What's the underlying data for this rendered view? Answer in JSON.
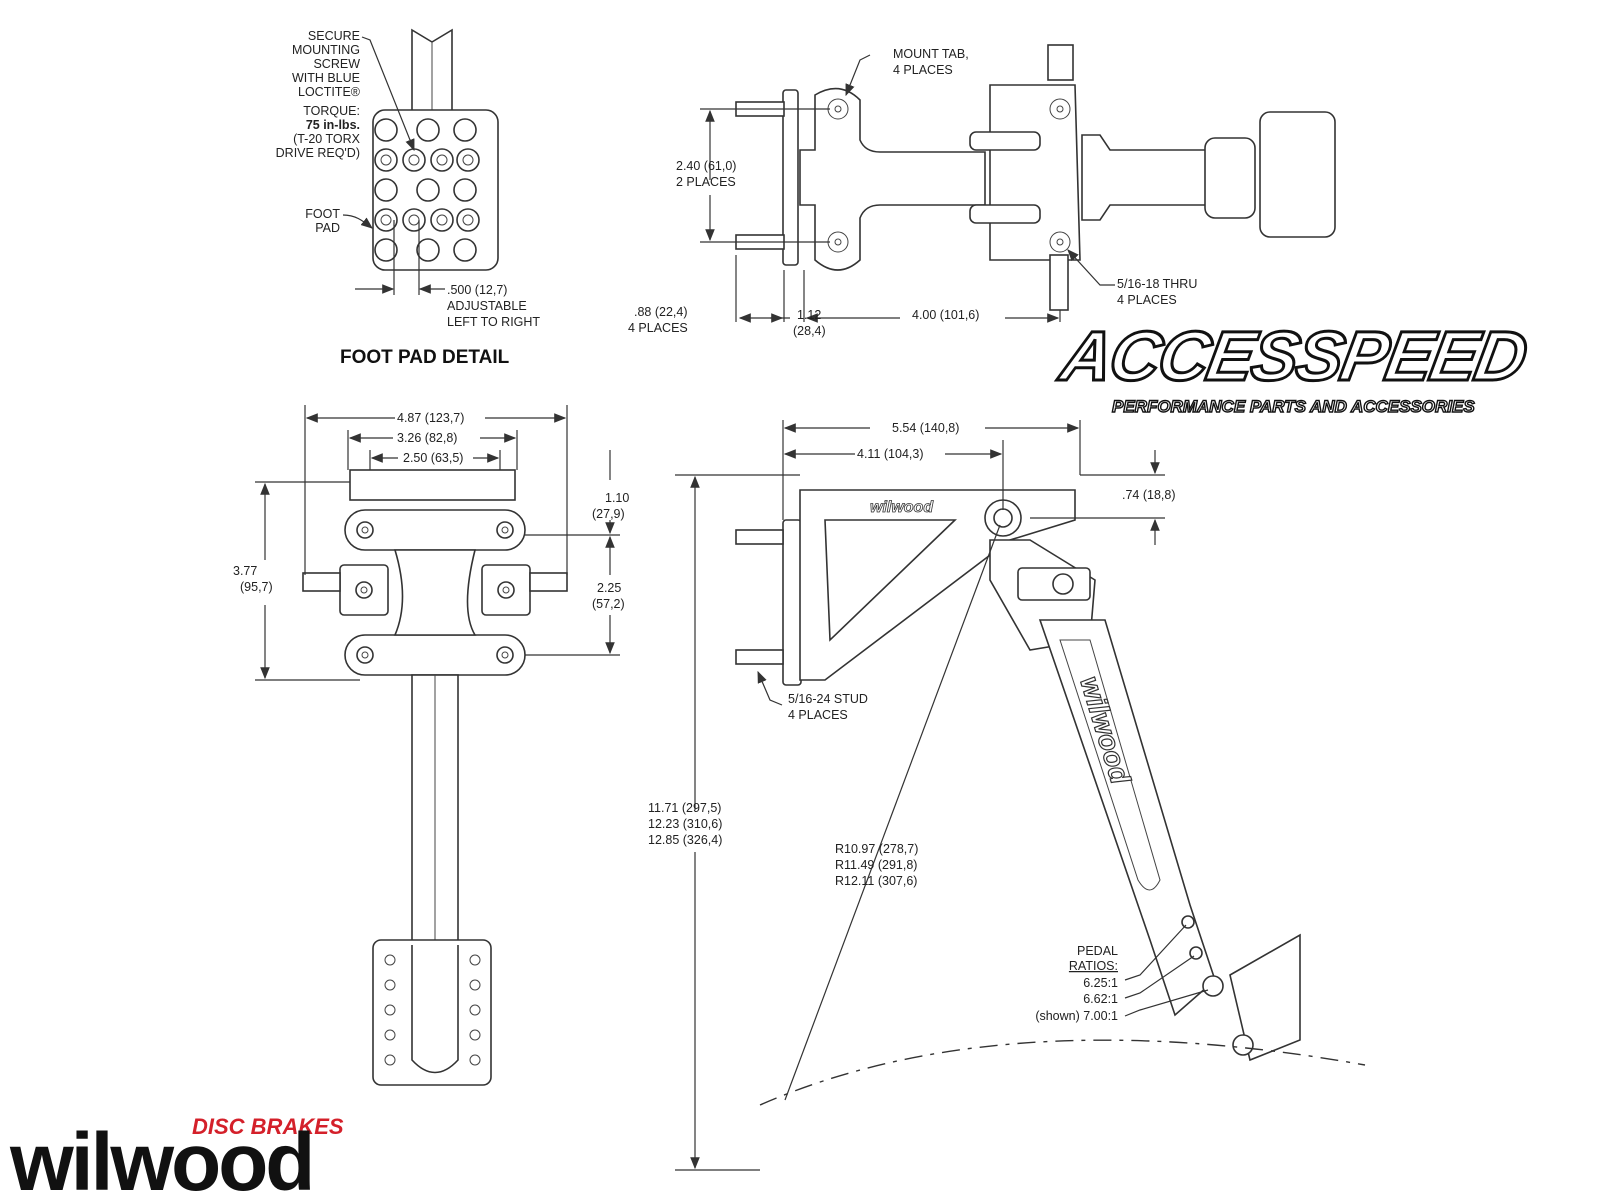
{
  "foot_pad_detail": {
    "title": "FOOT PAD DETAIL",
    "screw_note": [
      "SECURE",
      "MOUNTING",
      "SCREW",
      "WITH BLUE",
      "LOCTITE®"
    ],
    "torque_note": [
      "TORQUE:",
      "75 in-lbs.",
      "(T-20 TORX",
      "DRIVE REQ'D)"
    ],
    "foot_pad_label": [
      "FOOT",
      "PAD"
    ],
    "adjust_note": [
      ".500 (12,7)",
      "ADJUSTABLE",
      "LEFT TO RIGHT"
    ]
  },
  "top_view": {
    "mount_tab": [
      "MOUNT TAB,",
      "4 PLACES"
    ],
    "stud_spacing": [
      "2.40 (61,0)",
      "2 PLACES"
    ],
    "stud_length": [
      ".88 (22,4)",
      "4 PLACES"
    ],
    "offset": [
      "1.12",
      "(28,4)"
    ],
    "tab_spacing": "4.00 (101,6)",
    "thru_holes": [
      "5/16-18 THRU",
      "4 PLACES"
    ]
  },
  "front_view": {
    "width_outer": "4.87 (123,7)",
    "width_mid": "3.26 (82,8)",
    "width_inner": "2.50 (63,5)",
    "height_total": [
      "3.77",
      "(95,7)"
    ],
    "top_offset": [
      "1.10",
      "(27,9)"
    ],
    "hole_spacing": [
      "2.25",
      "(57,2)"
    ]
  },
  "side_view": {
    "width_total": "5.54 (140,8)",
    "pivot_offset": "4.11 (104,3)",
    "pivot_drop": ".74 (18,8)",
    "stud": [
      "5/16-24 STUD",
      "4 PLACES"
    ],
    "heights": [
      "11.71 (297,5)",
      "12.23 (310,6)",
      "12.85 (326,4)"
    ],
    "radii": [
      "R10.97 (278,7)",
      "R11.49 (291,8)",
      "R12.11 (307,6)"
    ],
    "pedal_ratios_label": [
      "PEDAL",
      "RATIOS:"
    ],
    "pedal_ratios": [
      "6.25:1",
      "6.62:1",
      "(shown) 7.00:1"
    ],
    "arm_logo": "wilwood"
  },
  "branding": {
    "accesspeed": "ACCESSPEED",
    "accesspeed_tagline": "PERFORMANCE PARTS AND ACCESSORIES",
    "wilwood": "wilwood",
    "wilwood_tagline": "DISC BRAKES",
    "colors": {
      "wilwood_red": "#d4202a",
      "ink": "#111111"
    }
  }
}
